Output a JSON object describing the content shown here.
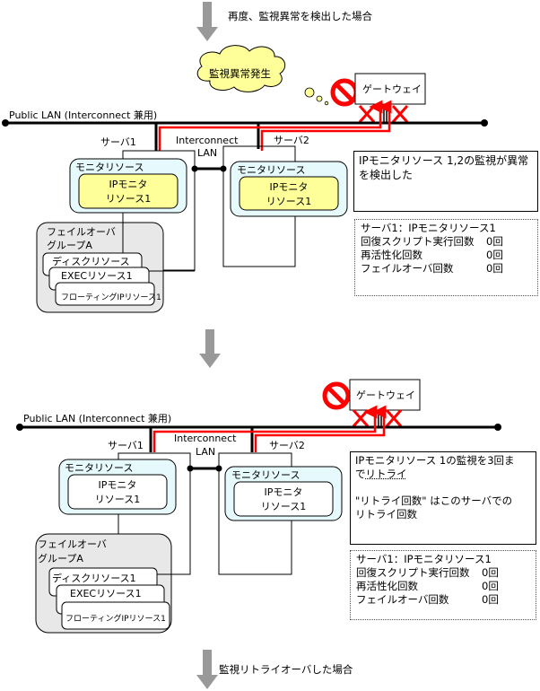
{
  "colors": {
    "arrow_gray": "#999999",
    "alert_red": "#ff0000",
    "monitor_fill": "#e6f9fc",
    "ip_monitor_fill_alert": "#ffff99",
    "ip_monitor_fill_normal": "#ffffff",
    "failover_group_fill": "#e8e8e8",
    "cloud_fill": "#ffff99"
  },
  "top_step": {
    "arrow_caption": "再度、監視異常を検出した場合"
  },
  "panel1": {
    "cloud_text": "監視異常発生",
    "gateway_label": "ゲートウェイ",
    "public_lan_label": "Public LAN (Interconnect 兼用)",
    "interconnect_label_line1": "Interconnect",
    "interconnect_label_line2": "LAN",
    "server1_label": "サーバ1",
    "server2_label": "サーバ2",
    "server1_monitor": {
      "title": "モニタリソース",
      "ip_monitor_line1": "IPモニタ",
      "ip_monitor_line2": "リソース1"
    },
    "server2_monitor": {
      "title": "モニタリソース",
      "ip_monitor_line1": "IPモニタ",
      "ip_monitor_line2": "リソース1"
    },
    "failover_group": {
      "title_line1": "フェイルオーバ",
      "title_line2": "グループA",
      "resources": [
        "ディスクリソース",
        "EXECリソース1",
        "フローティングIPリソース1"
      ]
    },
    "note": "IPモニタリソース 1,2の監視が異常を検出した",
    "counter": {
      "title": "サーバ1：IPモニタリソース1",
      "rows": [
        {
          "label": "回復スクリプト実行回数",
          "value": "0回"
        },
        {
          "label": "再活性化回数",
          "value": "0回"
        },
        {
          "label": "フェイルオーバ回数",
          "value": "0回"
        }
      ]
    }
  },
  "panel2": {
    "gateway_label": "ゲートウェイ",
    "public_lan_label": "Public LAN (Interconnect 兼用)",
    "interconnect_label_line1": "Interconnect",
    "interconnect_label_line2": "LAN",
    "server1_label": "サーバ1",
    "server2_label": "サーバ2",
    "server1_monitor": {
      "title": "モニタリソース",
      "ip_monitor_line1": "IPモニタ",
      "ip_monitor_line2": "リソース1"
    },
    "server2_monitor": {
      "title": "モニタリソース",
      "ip_monitor_line1": "IPモニタ",
      "ip_monitor_line2": "リソース1"
    },
    "failover_group": {
      "title_line1": "フェイルオーバ",
      "title_line2": "グループA",
      "resources": [
        "ディスクリソース1",
        "EXECリソース1",
        "フローティングIPリソース1"
      ]
    },
    "note": {
      "line1": "IPモニタリソース 1の監視を3回ま",
      "line2_prefix": "で",
      "line2_link": "リトライ",
      "line3": "\"リトライ回数\" はこのサーバでの",
      "line4": "リトライ回数"
    },
    "counter": {
      "title": "サーバ1：IPモニタリソース1",
      "rows": [
        {
          "label": "回復スクリプト実行回数",
          "value": "0回"
        },
        {
          "label": "再活性化回数",
          "value": "0回"
        },
        {
          "label": "フェイルオーバ回数",
          "value": "0回"
        }
      ]
    }
  },
  "bottom_step": {
    "arrow_caption": "監視リトライオーバした場合"
  }
}
